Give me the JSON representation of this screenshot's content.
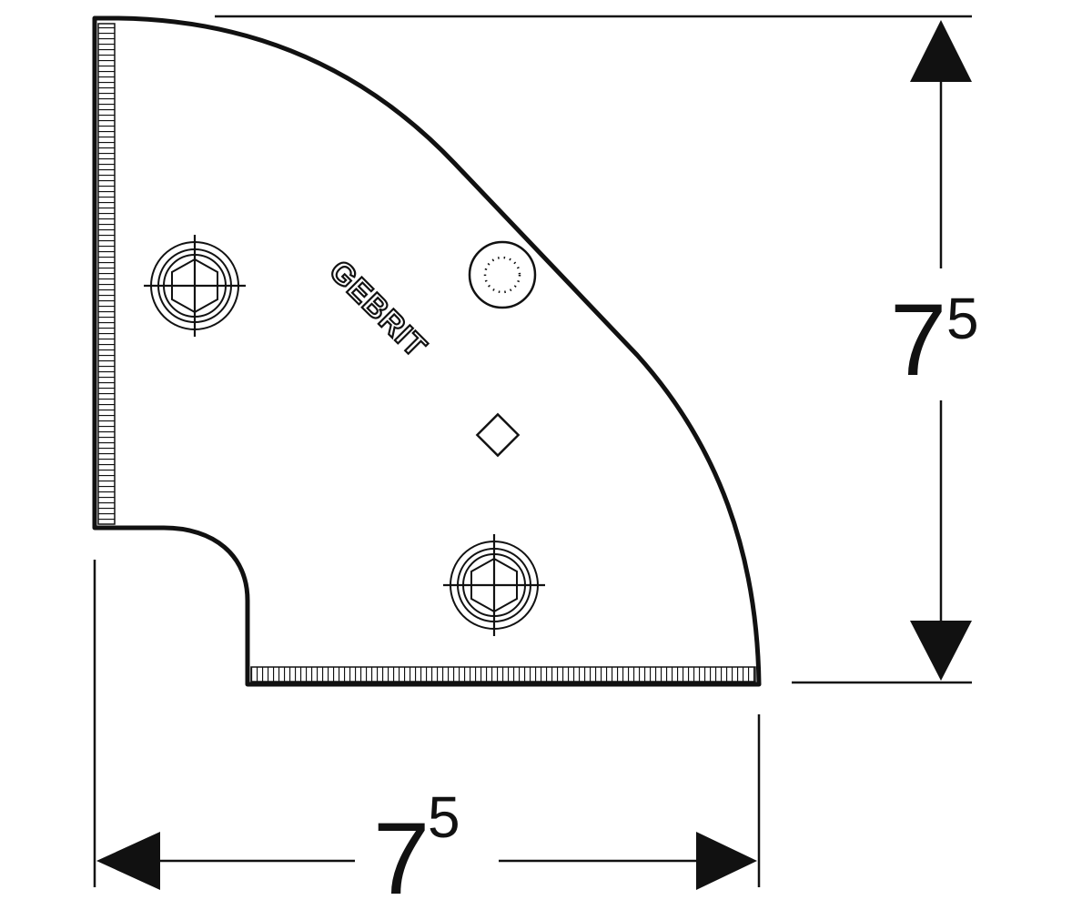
{
  "dimensions": {
    "width": {
      "main": "7",
      "sup": "5"
    },
    "height": {
      "main": "7",
      "sup": "5"
    }
  },
  "logo": {
    "text": "GEBRIT"
  },
  "colors": {
    "line": "#111111",
    "background": "#ffffff"
  },
  "parts": {
    "fixing_screws": 2,
    "centre_marker": "dotted-circle"
  }
}
